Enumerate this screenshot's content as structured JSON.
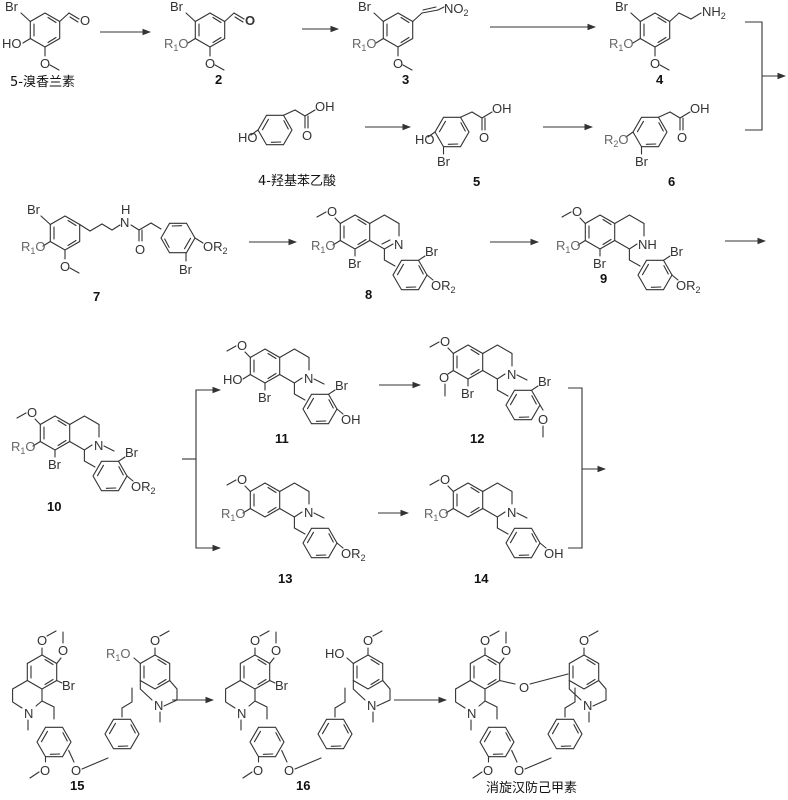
{
  "scheme": {
    "title": "消旋汉防己甲素 synthesis scheme",
    "compounds": [
      {
        "id": "c5bv",
        "label": "5-溴香兰素",
        "substituents": [
          "Br",
          "HO",
          "O",
          "CHO"
        ]
      },
      {
        "id": "c2",
        "label": "2",
        "substituents": [
          "Br",
          "R1O",
          "O",
          "CHO"
        ]
      },
      {
        "id": "c3",
        "label": "3",
        "substituents": [
          "Br",
          "R1O",
          "O",
          "NO2"
        ]
      },
      {
        "id": "c4",
        "label": "4",
        "substituents": [
          "Br",
          "R1O",
          "O",
          "NH2"
        ]
      },
      {
        "id": "c4hpaa",
        "label": "4-羟基苯乙酸",
        "substituents": [
          "HO",
          "OH",
          "O"
        ]
      },
      {
        "id": "c5",
        "label": "5",
        "substituents": [
          "HO",
          "Br",
          "OH",
          "O"
        ]
      },
      {
        "id": "c6",
        "label": "6",
        "substituents": [
          "R2O",
          "Br",
          "OH",
          "O"
        ]
      },
      {
        "id": "c7",
        "label": "7",
        "substituents": [
          "Br",
          "R1O",
          "O",
          "H",
          "N",
          "O",
          "OR2",
          "Br"
        ]
      },
      {
        "id": "c8",
        "label": "8",
        "substituents": [
          "O",
          "R1O",
          "Br",
          "N",
          "Br",
          "OR2"
        ]
      },
      {
        "id": "c9",
        "label": "9",
        "substituents": [
          "O",
          "R1O",
          "Br",
          "NH",
          "Br",
          "OR2"
        ]
      },
      {
        "id": "c10",
        "label": "10",
        "substituents": [
          "O",
          "R1O",
          "Br",
          "N",
          "Br",
          "OR2"
        ]
      },
      {
        "id": "c11",
        "label": "11",
        "substituents": [
          "O",
          "HO",
          "Br",
          "N",
          "Br",
          "OH"
        ]
      },
      {
        "id": "c12",
        "label": "12",
        "substituents": [
          "O",
          "O",
          "Br",
          "N",
          "Br",
          "O"
        ]
      },
      {
        "id": "c13",
        "label": "13",
        "substituents": [
          "O",
          "R1O",
          "N",
          "OR2"
        ]
      },
      {
        "id": "c14",
        "label": "14",
        "substituents": [
          "O",
          "R1O",
          "N",
          "OH"
        ]
      },
      {
        "id": "c15",
        "label": "15",
        "substituents": [
          "O",
          "O",
          "Br",
          "N",
          "O",
          "O",
          "R1O",
          "O",
          "N"
        ]
      },
      {
        "id": "c16",
        "label": "16",
        "substituents": [
          "O",
          "O",
          "Br",
          "N",
          "O",
          "O",
          "HO",
          "O",
          "N"
        ]
      },
      {
        "id": "product",
        "label": "消旋汉防己甲素",
        "substituents": [
          "O",
          "O",
          "O",
          "N",
          "O",
          "O",
          "O",
          "N"
        ]
      }
    ],
    "atoms": {
      "br": "Br",
      "ho": "HO",
      "oh": "OH",
      "o": "O",
      "n": "N",
      "nh": "NH",
      "h": "H",
      "r1": "R",
      "r1sub": "1",
      "r2": "R",
      "r2sub": "2",
      "nh2": "NH",
      "nh2sub": "2",
      "no2": "NO",
      "no2sub": "2"
    },
    "arrows": [
      {
        "from": "5-溴香兰素",
        "to": "2"
      },
      {
        "from": "2",
        "to": "3"
      },
      {
        "from": "3",
        "to": "4"
      },
      {
        "from": "4-羟基苯乙酸",
        "to": "5"
      },
      {
        "from": "5",
        "to": "6"
      },
      {
        "from": "4 + 6",
        "to": "7"
      },
      {
        "from": "7",
        "to": "8"
      },
      {
        "from": "8",
        "to": "9"
      },
      {
        "from": "9",
        "to": "10"
      },
      {
        "from": "10",
        "to": "11"
      },
      {
        "from": "10",
        "to": "13"
      },
      {
        "from": "11",
        "to": "12"
      },
      {
        "from": "13",
        "to": "14"
      },
      {
        "from": "12 + 14",
        "to": "15"
      },
      {
        "from": "15",
        "to": "16"
      },
      {
        "from": "16",
        "to": "消旋汉防己甲素"
      }
    ]
  }
}
